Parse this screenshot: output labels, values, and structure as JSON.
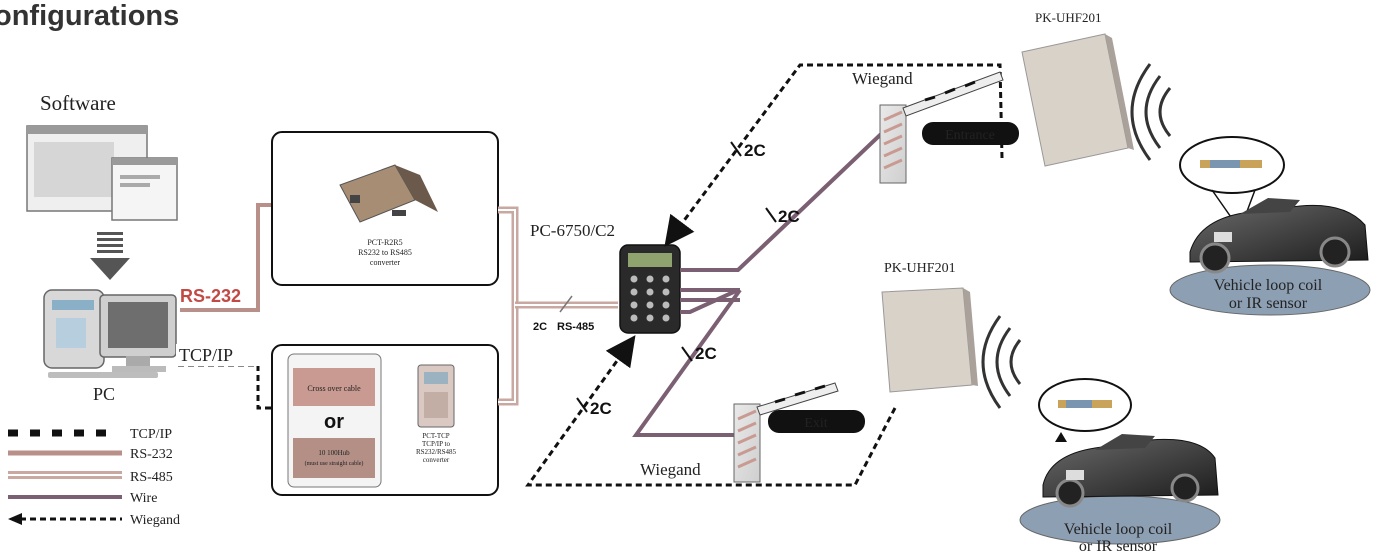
{
  "title": "onfigurations",
  "software_label": "Software",
  "pc_label": "PC",
  "rs232_label": "RS-232",
  "tcpip_label": "TCP/IP",
  "controller_label": "PC-6750/C2",
  "rs485_label": "RS-485",
  "wire_count_label": "2C",
  "converter": {
    "model": "PCT-R2R5",
    "desc1": "RS232 to RS485",
    "desc2": "converter"
  },
  "tcp_box": {
    "cross_over": "Cross over cable",
    "or": "or",
    "hub_line1": "10 100Hub",
    "hub_line2": "(must use straight cable)",
    "module_model": "PCT-TCP",
    "module_desc1": "TCP/IP to",
    "module_desc2": "RS232/RS485",
    "module_desc3": "converter"
  },
  "reader_label_top": "PK-UHF201",
  "reader_label_bottom": "PK-UHF201",
  "wiegand_top": "Wiegand",
  "wiegand_bottom": "Wiegand",
  "entrance_label": "Entrance",
  "exit_label": "Exit",
  "vehicle_top_line1": "Vehicle loop coil",
  "vehicle_top_line2": "or IR sensor",
  "vehicle_bottom_line1": "Vehicle loop coil",
  "vehicle_bottom_line2": "or IR sensor",
  "legend": [
    {
      "label": "TCP/IP",
      "style": "tcpip"
    },
    {
      "label": "RS-232",
      "style": "rs232"
    },
    {
      "label": "RS-485",
      "style": "rs485"
    },
    {
      "label": "Wire",
      "style": "wire"
    },
    {
      "label": "Wiegand",
      "style": "wiegand"
    }
  ],
  "colors": {
    "rs232": "#b98f8a",
    "rs485": "#c9a8a2",
    "wire": "#7b5f73",
    "tcpip": "#111111",
    "wiegand": "#111111",
    "label_red": "#c24a45",
    "pill": "#111111"
  },
  "icons": [
    "computer-icon",
    "software-window-icon",
    "converter-device-icon",
    "controller-keypad-icon",
    "barrier-gate-icon",
    "uhf-reader-icon",
    "signal-waves-icon",
    "car-icon",
    "tag-icon",
    "arrow-down-icon"
  ]
}
